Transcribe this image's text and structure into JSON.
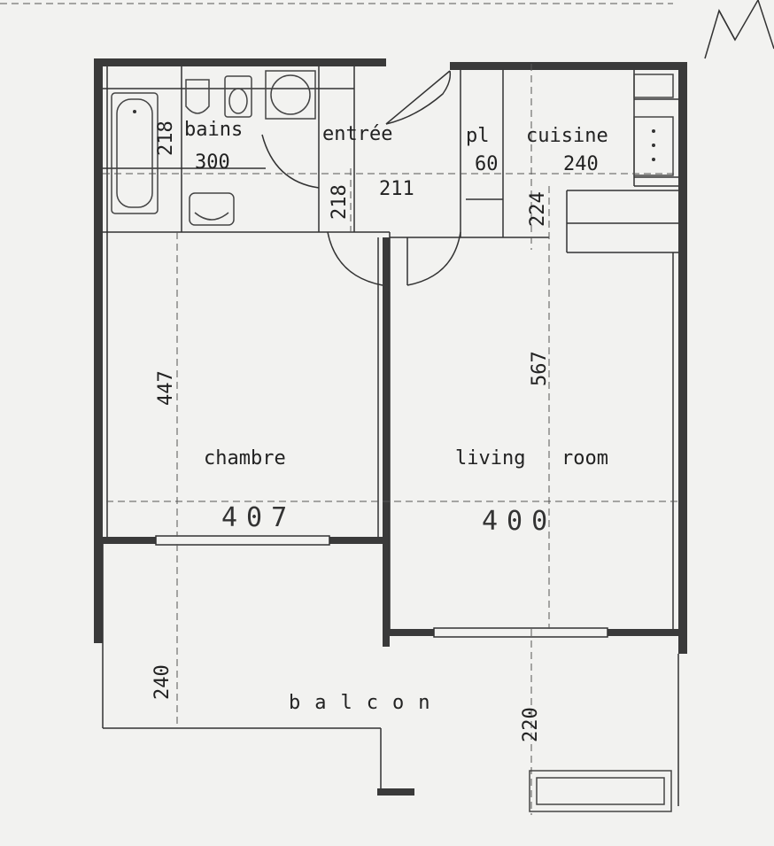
{
  "rooms": {
    "bains": "bains",
    "entree": "entrée",
    "placard": "pl",
    "cuisine": "cuisine",
    "chambre": "chambre",
    "living": "living",
    "room": "room",
    "balcon": "balcon"
  },
  "dimensions": {
    "bains_width": "300",
    "bains_height": "218",
    "placard_width": "60",
    "cuisine_width": "240",
    "entree_width": "211",
    "entree_height": "218",
    "cuisine_height": "224",
    "chambre_height": "447",
    "living_height": "567",
    "chambre_width": "407",
    "living_width": "400",
    "balcon_left_depth": "240",
    "balcon_right_depth": "220"
  }
}
